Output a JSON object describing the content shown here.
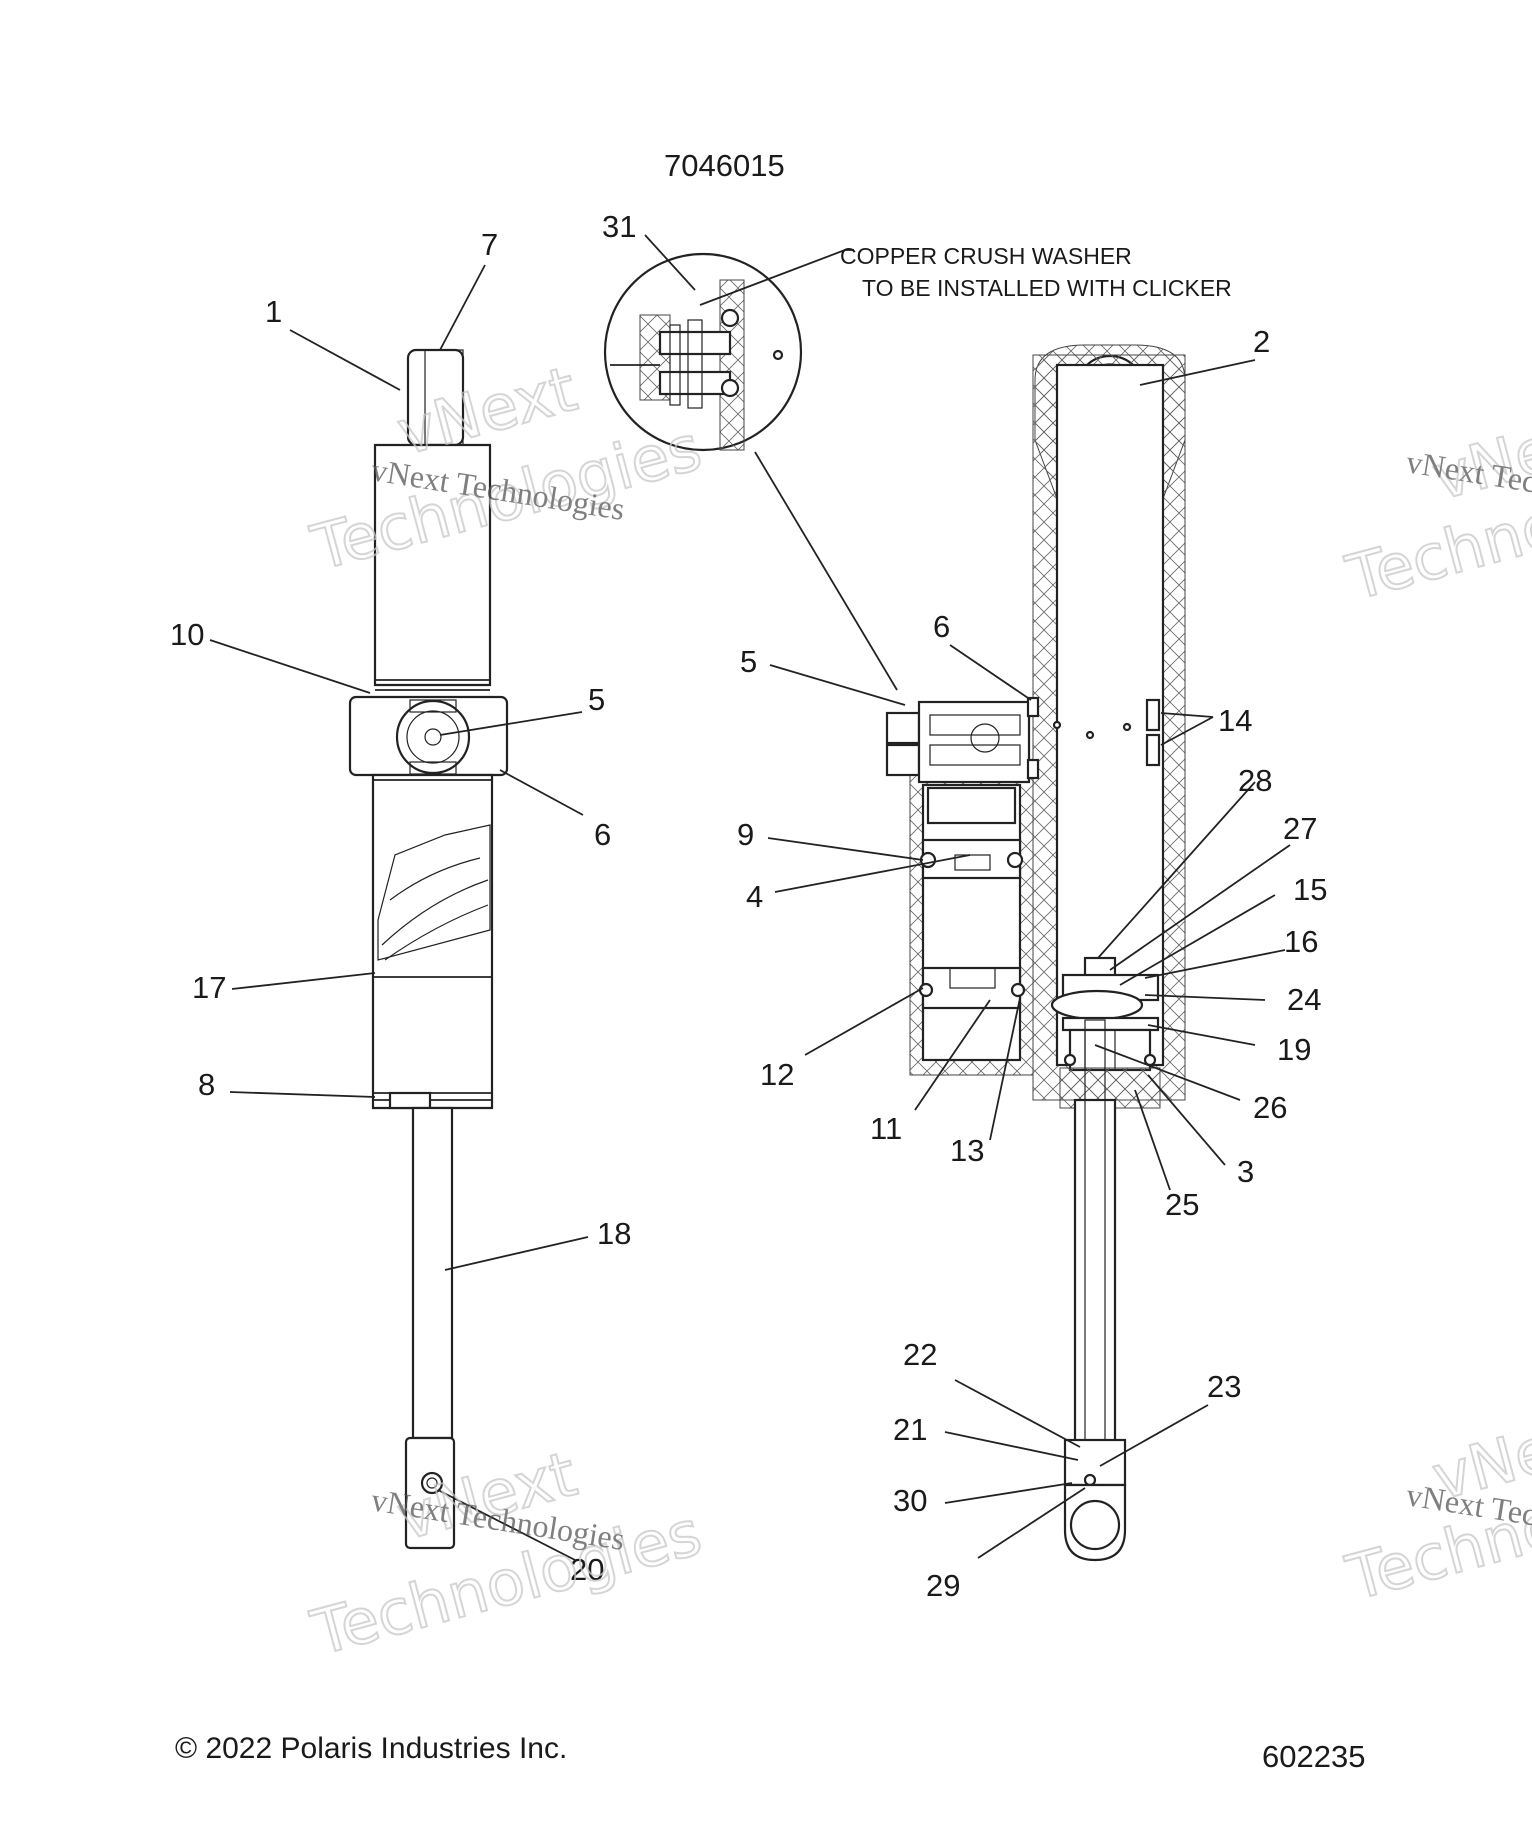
{
  "diagram": {
    "assembly_number": "7046015",
    "copyright": "© 2022 Polaris Industries Inc.",
    "drawing_number": "602235",
    "note_line1": "COPPER CRUSH WASHER",
    "note_line2": "TO BE  INSTALLED WITH CLICKER",
    "watermark_small": "vNext Technologies",
    "watermark_large_1": "vNext",
    "watermark_large_2": "Technologies",
    "callouts": {
      "c1": "1",
      "c2": "2",
      "c3": "3",
      "c4": "4",
      "c5a": "5",
      "c5b": "5",
      "c6a": "6",
      "c6b": "6",
      "c7": "7",
      "c8": "8",
      "c9": "9",
      "c10": "10",
      "c11": "11",
      "c12": "12",
      "c13": "13",
      "c14": "14",
      "c15": "15",
      "c16": "16",
      "c17": "17",
      "c18": "18",
      "c19": "19",
      "c20": "20",
      "c21": "21",
      "c22": "22",
      "c23": "23",
      "c24": "24",
      "c25": "25",
      "c26": "26",
      "c27": "27",
      "c28": "28",
      "c29": "29",
      "c30": "30",
      "c31": "31"
    }
  }
}
